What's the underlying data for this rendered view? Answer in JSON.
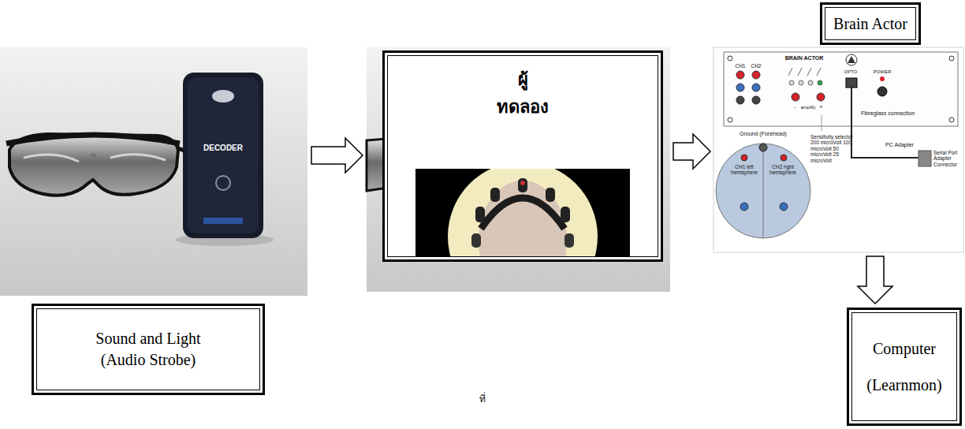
{
  "diagram": {
    "nodes": [
      {
        "text": [
          "Sound and Light (Audio Strobe)"
        ]
      },
      {
        "text": [
          "ผู้ ทดลอง"
        ]
      },
      {
        "text": [
          "Brain Actor"
        ]
      },
      {
        "text": [
          "Computer (Learnmon)"
        ]
      }
    ],
    "edges": [
      {
        "from": 0,
        "to": 1,
        "arrow": "to"
      },
      {
        "from": 1,
        "to": 2,
        "arrow": "to"
      },
      {
        "from": 2,
        "to": 3,
        "arrow": "to"
      }
    ],
    "labels": [
      "DECODER",
      "CH1",
      "CH2",
      "BRAIN ACTOR",
      "amplify",
      "-",
      "+",
      "OPTO",
      "POWER",
      "Fibreglass connection",
      "Sensitivity selector 200 microVolt 100 microVolt 50 microVolt 25 microVolt",
      "Ground (Forehead)",
      "CH1 left hemisphere",
      "CH2 right hemisphere",
      "PC Adapter",
      "Serial Port Adapter Connector",
      "ที่"
    ]
  }
}
